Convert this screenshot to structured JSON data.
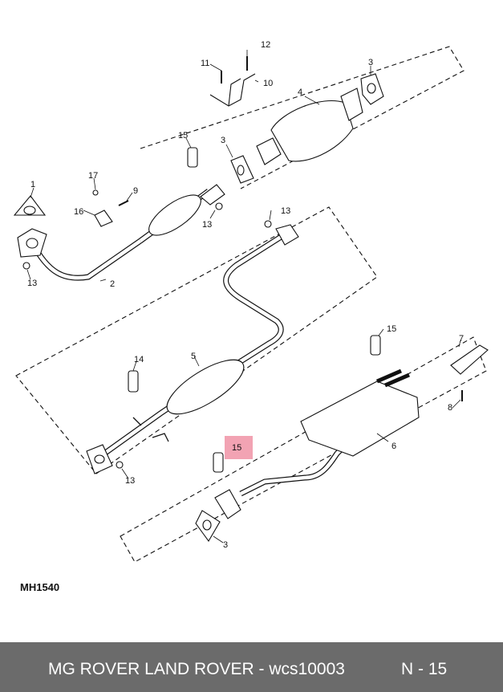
{
  "diagram": {
    "code": "MH1540",
    "callouts": [
      "12",
      "11",
      "10",
      "3",
      "4",
      "15",
      "3",
      "17",
      "9",
      "1",
      "16",
      "13",
      "2",
      "13",
      "13",
      "15",
      "7",
      "14",
      "5",
      "8",
      "6",
      "15",
      "13",
      "3"
    ],
    "highlight_color": "#f2a3b3"
  },
  "footer": {
    "text": "MG ROVER LAND ROVER - wcs10003",
    "page": "N - 15",
    "background": "#6b6b6b"
  }
}
